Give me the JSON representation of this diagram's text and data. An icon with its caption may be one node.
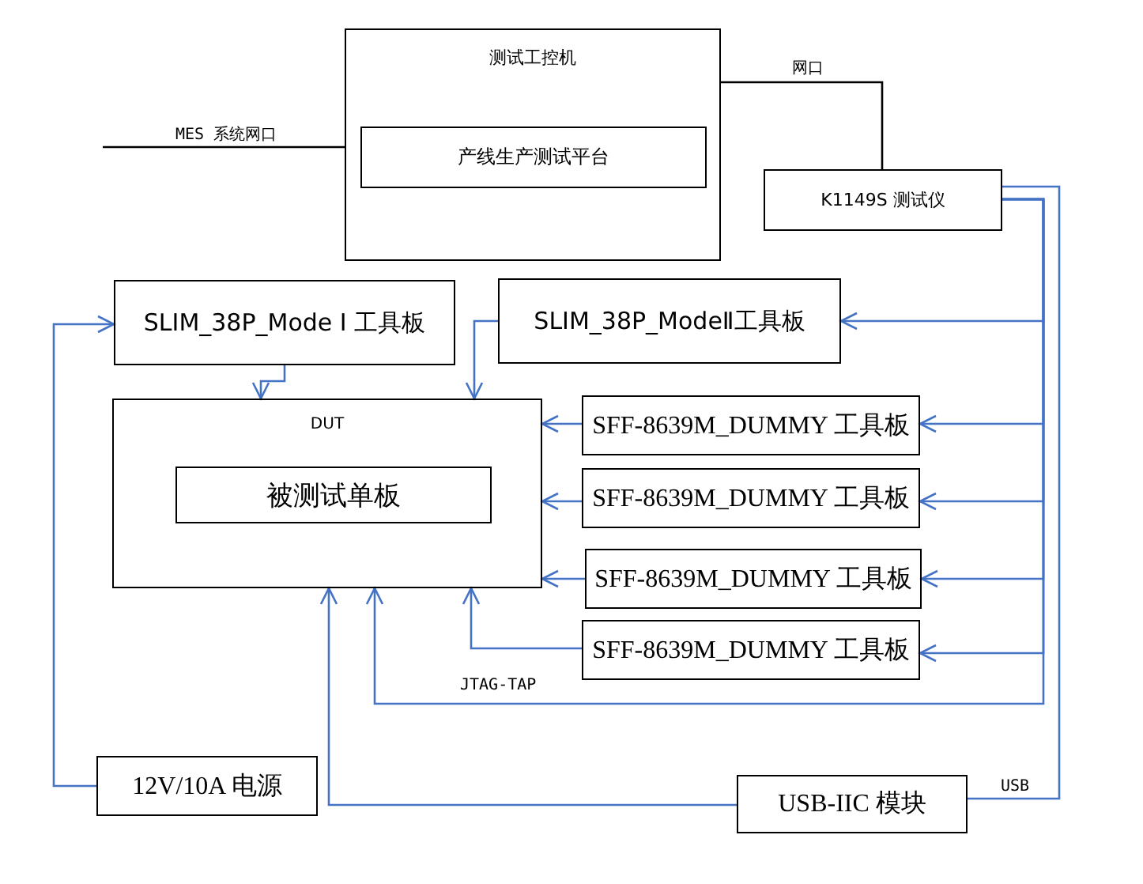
{
  "diagram": {
    "nodes": [
      {
        "text": [
          "测试工控机"
        ]
      },
      {
        "text": [
          "产线生产测试平台"
        ],
        "in": 0
      },
      {
        "text": [
          "K1149S 测试仪"
        ]
      },
      {
        "text": [
          "SLIM_38P_Mode Ⅰ 工具板"
        ]
      },
      {
        "text": [
          "SLIM_38P_ModeⅡ工具板"
        ]
      },
      {
        "text": [
          "DUT"
        ]
      },
      {
        "text": [
          "被测试单板"
        ],
        "in": 5
      },
      {
        "text": [
          "SFF-8639M_DUMMY 工具板"
        ]
      },
      {
        "text": [
          "SFF-8639M_DUMMY 工具板"
        ]
      },
      {
        "text": [
          "SFF-8639M_DUMMY 工具板"
        ]
      },
      {
        "text": [
          "SFF-8639M_DUMMY 工具板"
        ]
      },
      {
        "text": [
          "12V/10A 电源"
        ]
      },
      {
        "text": [
          "USB-IIC 模块"
        ]
      }
    ],
    "edges": [
      {
        "from": null,
        "to": 0,
        "arrow": "none",
        "label": "MES 系统网口",
        "color": "#000000"
      },
      {
        "from": 0,
        "to": 2,
        "arrow": "none",
        "label": "网口",
        "color": "#000000"
      },
      {
        "from": 2,
        "to": 4,
        "arrow": "to"
      },
      {
        "from": 2,
        "to": 7,
        "arrow": "to"
      },
      {
        "from": 2,
        "to": 8,
        "arrow": "to"
      },
      {
        "from": 2,
        "to": 9,
        "arrow": "to"
      },
      {
        "from": 2,
        "to": 10,
        "arrow": "to"
      },
      {
        "from": 2,
        "to": 5,
        "arrow": "to",
        "label": "JTAG-TAP"
      },
      {
        "from": 2,
        "to": 12,
        "arrow": "none",
        "label": "USB"
      },
      {
        "from": 12,
        "to": 5,
        "arrow": "to"
      },
      {
        "from": 11,
        "to": 3,
        "arrow": "to"
      },
      {
        "from": 3,
        "to": 5,
        "arrow": "to"
      },
      {
        "from": 4,
        "to": 5,
        "arrow": "to"
      },
      {
        "from": 7,
        "to": 5,
        "arrow": "to"
      },
      {
        "from": 8,
        "to": 5,
        "arrow": "to"
      },
      {
        "from": 9,
        "to": 5,
        "arrow": "to"
      },
      {
        "from": 10,
        "to": 5,
        "arrow": "to"
      }
    ]
  }
}
